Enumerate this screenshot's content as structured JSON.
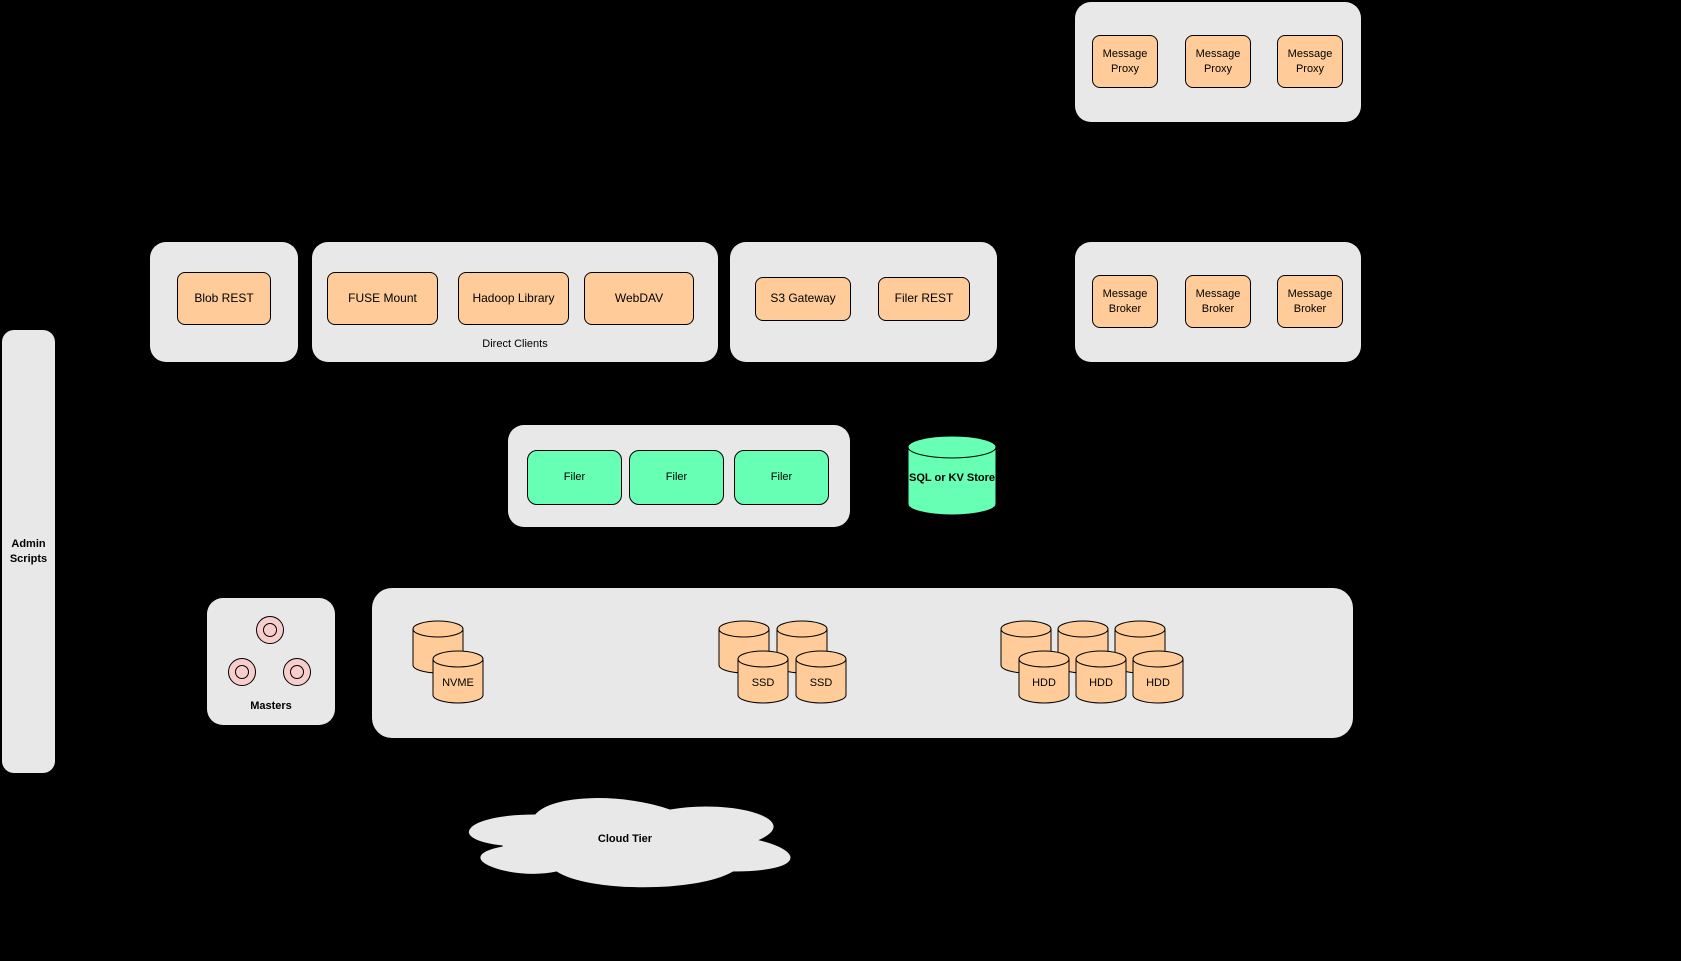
{
  "colors": {
    "background": "#000000",
    "container": "#e8e8e8",
    "node_orange": "#ffcc99",
    "node_green": "#66ffb3",
    "node_pink": "#f8cecc",
    "border": "#000000"
  },
  "groups": {
    "message_proxies": {
      "items": [
        "Message Proxy",
        "Message Proxy",
        "Message Proxy"
      ]
    },
    "blob": {
      "items": [
        "Blob REST"
      ]
    },
    "direct_clients": {
      "label": "Direct Clients",
      "items": [
        "FUSE Mount",
        "Hadoop Library",
        "WebDAV"
      ]
    },
    "gateways": {
      "items": [
        "S3 Gateway",
        "Filer REST"
      ]
    },
    "message_brokers": {
      "items": [
        "Message Broker",
        "Message Broker",
        "Message Broker"
      ]
    },
    "admin": {
      "label": "Admin Scripts"
    },
    "filers": {
      "items": [
        "Filer",
        "Filer",
        "Filer"
      ]
    },
    "sql_kv": {
      "label": "SQL or KV Store"
    },
    "masters": {
      "label": "Masters"
    },
    "volumes": {
      "nvme": {
        "label": "NVME"
      },
      "ssd": {
        "labels": [
          "SSD",
          "SSD"
        ]
      },
      "hdd": {
        "labels": [
          "HDD",
          "HDD",
          "HDD"
        ]
      }
    },
    "cloud": {
      "label": "Cloud Tier"
    }
  }
}
